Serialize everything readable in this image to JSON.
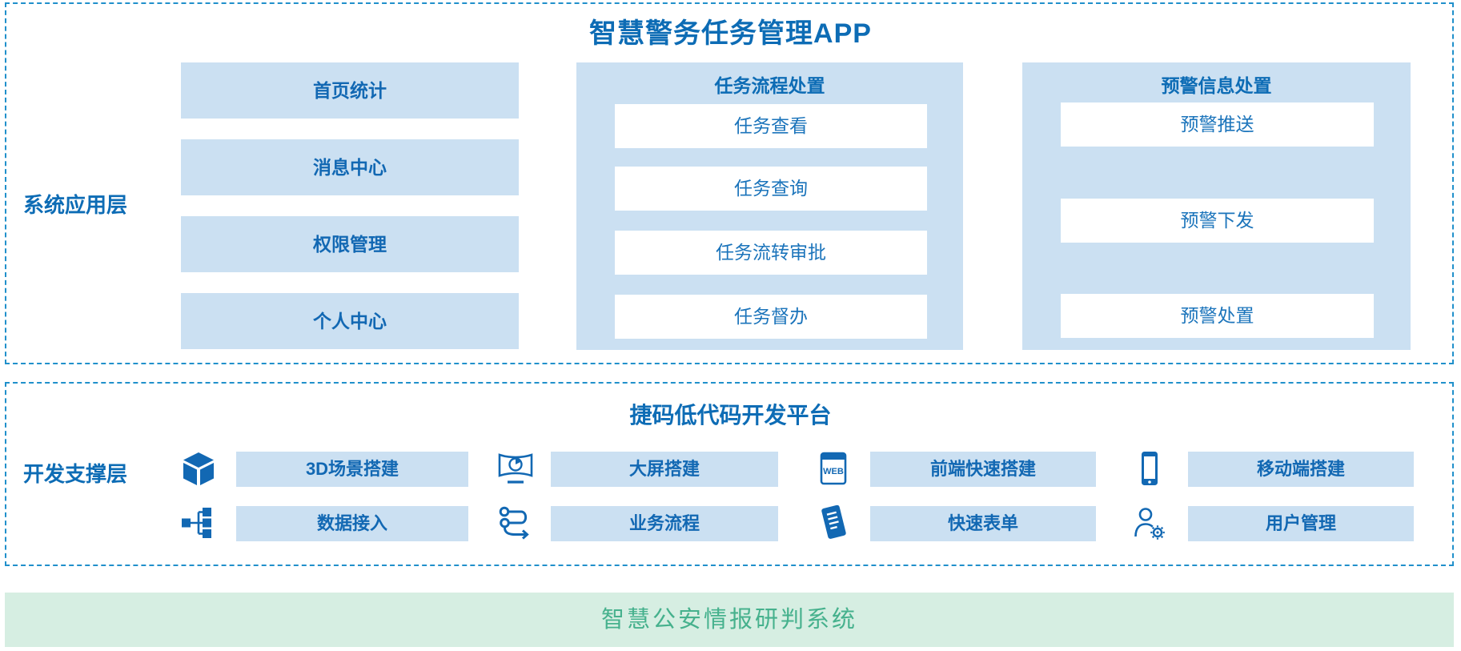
{
  "page": {
    "title": "智慧警务任务管理APP",
    "footer": "智慧公安情报研判系统"
  },
  "colors": {
    "accent_blue": "#0d6cb5",
    "icon_blue": "#1268b3",
    "light_blue_fill": "#cbe0f2",
    "dashed_border": "#2090cb",
    "footer_bg": "#d6eee2",
    "footer_text": "#46b18d"
  },
  "app_layer": {
    "label": "系统应用层",
    "menu": [
      "首页统计",
      "消息中心",
      "权限管理",
      "个人中心"
    ],
    "task_group": {
      "title": "任务流程处置",
      "items": [
        "任务查看",
        "任务查询",
        "任务流转审批",
        "任务督办"
      ]
    },
    "alert_group": {
      "title": "预警信息处置",
      "items": [
        "预警推送",
        "预警下发",
        "预警处置"
      ]
    }
  },
  "dev_layer": {
    "label": "开发支撑层",
    "title": "捷码低代码开发平台",
    "modules": [
      {
        "icon": "cube-3d-icon",
        "label": "3D场景搭建"
      },
      {
        "icon": "big-screen-icon",
        "label": "大屏搭建"
      },
      {
        "icon": "web-browser-icon",
        "label": "前端快速搭建"
      },
      {
        "icon": "smartphone-icon",
        "label": "移动端搭建"
      },
      {
        "icon": "data-access-icon",
        "label": "数据接入"
      },
      {
        "icon": "workflow-icon",
        "label": "业务流程"
      },
      {
        "icon": "form-icon",
        "label": "快速表单"
      },
      {
        "icon": "user-gear-icon",
        "label": "用户管理"
      }
    ],
    "web_icon_text": "WEB"
  }
}
